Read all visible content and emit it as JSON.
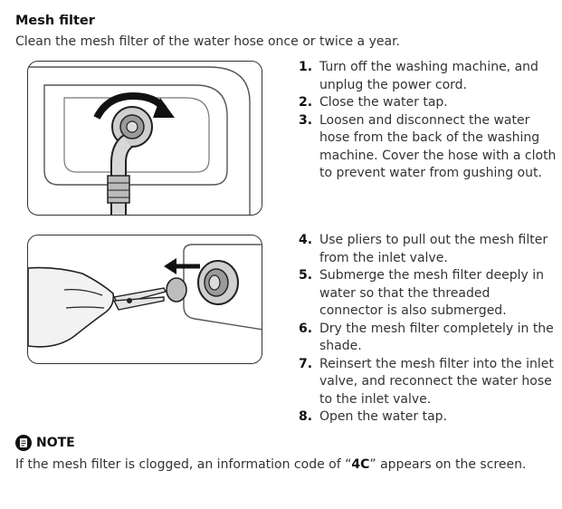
{
  "section": {
    "title": "Mesh filter",
    "intro": "Clean the mesh filter of the water hose once or twice a year."
  },
  "steps_group1": [
    {
      "number": "1.",
      "text": "Turn off the washing machine, and unplug the power cord."
    },
    {
      "number": "2.",
      "text": "Close the water tap."
    },
    {
      "number": "3.",
      "text": "Loosen and disconnect the water hose from the back of the washing machine. Cover the hose with a cloth to prevent water from gushing out."
    }
  ],
  "steps_group2": [
    {
      "number": "4.",
      "text": "Use pliers to pull out the mesh filter from the inlet valve."
    },
    {
      "number": "5.",
      "text": "Submerge the mesh filter deeply in water so that the threaded connector is also submerged."
    },
    {
      "number": "6.",
      "text": "Dry the mesh filter completely in the shade."
    },
    {
      "number": "7.",
      "text": "Reinsert the mesh filter into the inlet valve, and reconnect the water hose to the inlet valve."
    },
    {
      "number": "8.",
      "text": "Open the water tap."
    }
  ],
  "note": {
    "label": "NOTE",
    "icon": "note-icon",
    "text_before": "If the mesh filter is clogged, an information code of “",
    "code": "4C",
    "text_after": "” appears on the screen."
  }
}
